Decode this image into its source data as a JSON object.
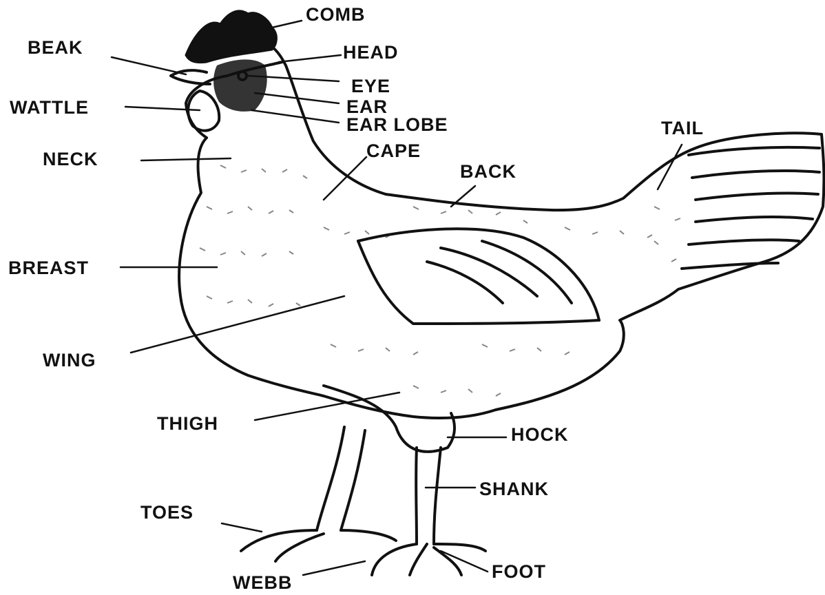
{
  "diagram": {
    "labels": {
      "comb": "COMB",
      "beak": "BEAK",
      "head": "HEAD",
      "eye": "EYE",
      "ear": "EAR",
      "wattle": "WATTLE",
      "ear_lobe": "EAR LOBE",
      "tail": "TAIL",
      "cape": "CAPE",
      "neck": "NECK",
      "back": "BACK",
      "breast": "BREAST",
      "wing": "WING",
      "thigh": "THIGH",
      "hock": "HOCK",
      "shank": "SHANK",
      "toes": "TOES",
      "foot": "FOOT",
      "webb": "WEBB"
    },
    "colors": {
      "ink": "#111111",
      "background": "#ffffff"
    }
  }
}
